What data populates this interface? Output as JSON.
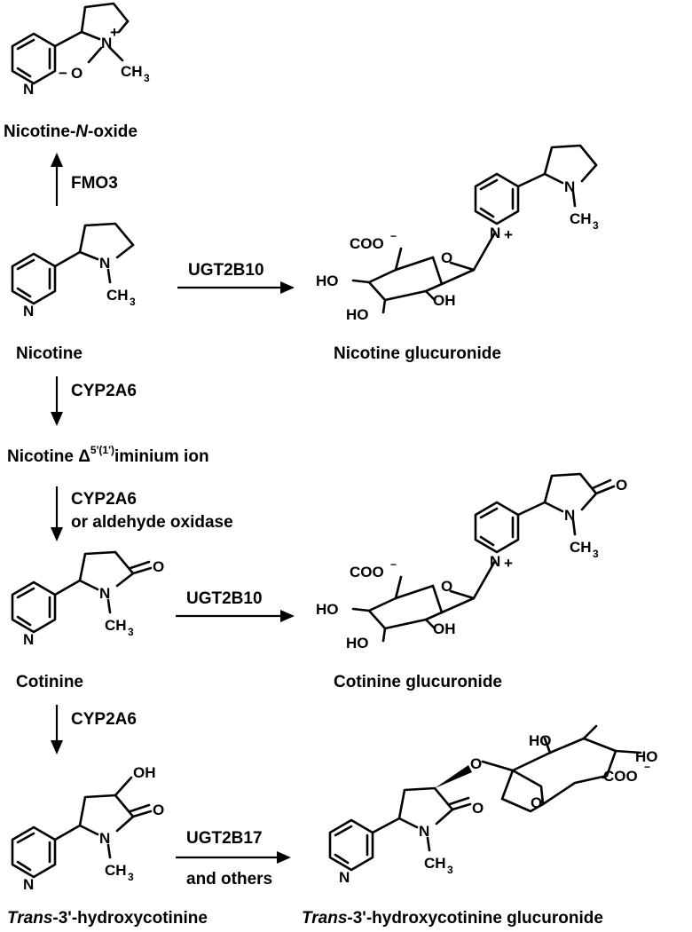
{
  "compounds": {
    "nicotine_n_oxide": {
      "name_pre": "Nicotine-",
      "name_italic": "N",
      "name_post": "-oxide"
    },
    "nicotine": {
      "name": "Nicotine"
    },
    "nicotine_glucuronide": {
      "name": "Nicotine glucuronide"
    },
    "iminium": {
      "name_pre": "Nicotine ",
      "delta": "Δ",
      "superscript": "5'(1')",
      "name_post": "iminium ion"
    },
    "cotinine": {
      "name": "Cotinine"
    },
    "cotinine_glucuronide": {
      "name": "Cotinine glucuronide"
    },
    "hydroxycotinine": {
      "name_italic": "Trans",
      "name_post": "-3'-hydroxycotinine"
    },
    "hydroxycotinine_glucuronide": {
      "name_italic": "Trans",
      "name_post": "-3'-hydroxycotinine glucuronide"
    }
  },
  "enzymes": {
    "fmo3": "FMO3",
    "ugt_nicotine": "UGT2B10",
    "cyp_iminium": "CYP2A6",
    "cyp_cotinine_line1": "CYP2A6",
    "cyp_cotinine_line2": "or aldehyde oxidase",
    "ugt_cotinine": "UGT2B10",
    "cyp_hydroxy": "CYP2A6",
    "ugt_hydroxy_line1": "UGT2B17",
    "ugt_hydroxy_line2": "and others"
  },
  "atoms": {
    "N": "N",
    "plus": "+",
    "minus": "−",
    "O": "O",
    "O_minus": "O",
    "CH": "CH",
    "three": "3",
    "OH": "OH",
    "HO": "HO",
    "COO": "COO"
  },
  "icons": [
    "reaction-arrow-icon"
  ]
}
